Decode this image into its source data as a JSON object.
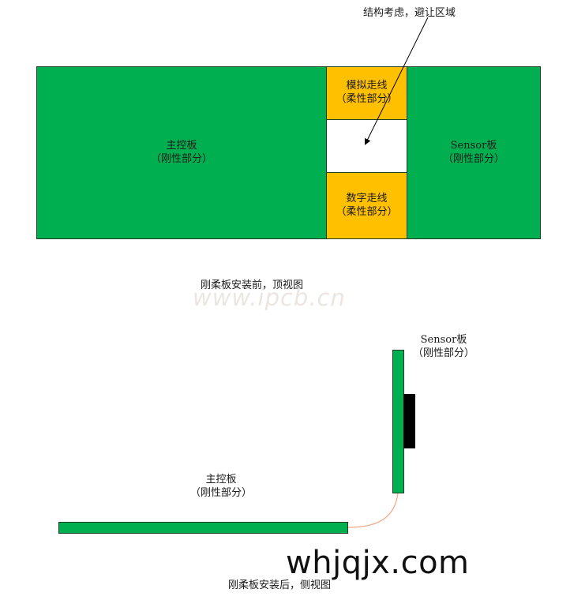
{
  "top_view": {
    "annotation": "结构考虑，避让区域",
    "main_board": {
      "line1": "主控板",
      "line2": "（刚性部分）"
    },
    "analog_trace": {
      "line1": "模拟走线",
      "line2": "（柔性部分）"
    },
    "digital_trace": {
      "line1": "数字走线",
      "line2": "（柔性部分）"
    },
    "sensor_board": {
      "line1": "Sensor板",
      "line2": "（刚性部分）"
    },
    "caption": "刚柔板安装前，顶视图"
  },
  "side_view": {
    "sensor_board": {
      "line1": "Sensor板",
      "line2": "（刚性部分）"
    },
    "main_board": {
      "line1": "主控板",
      "line2": "（刚性部分）"
    },
    "caption": "刚柔板安装后，侧视图"
  },
  "watermark": "www.ipcb.cn",
  "site_text": "whjqjx.com",
  "colors": {
    "rigid": "#00b050",
    "flex": "#ffc000",
    "component": "#000000",
    "flex_cable": "#f4a582"
  }
}
